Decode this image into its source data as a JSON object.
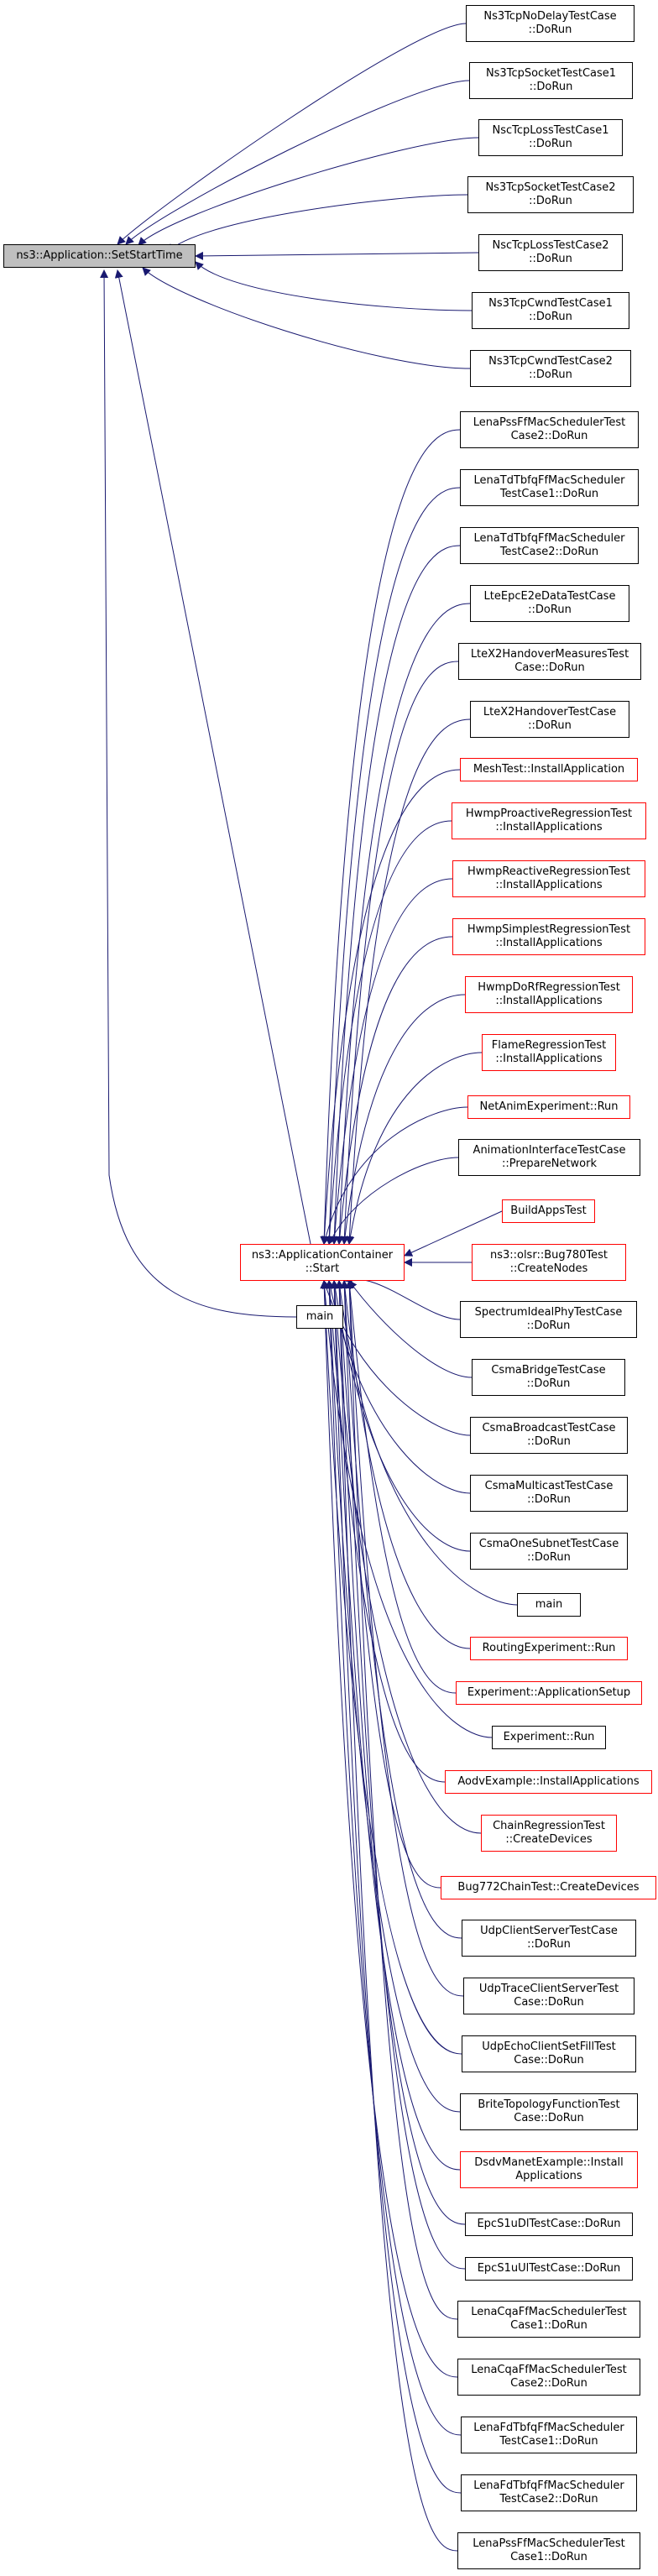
{
  "root": {
    "label": "ns3::Application::SetStartTime"
  },
  "container": {
    "lines": [
      "ns3::ApplicationContainer",
      "::Start"
    ]
  },
  "main_top": {
    "label": "main"
  },
  "direct_callers": [
    {
      "lines": [
        "Ns3TcpNoDelayTestCase",
        "::DoRun"
      ],
      "outline": "black"
    },
    {
      "lines": [
        "Ns3TcpSocketTestCase1",
        "::DoRun"
      ],
      "outline": "black"
    },
    {
      "lines": [
        "NscTcpLossTestCase1",
        "::DoRun"
      ],
      "outline": "black"
    },
    {
      "lines": [
        "Ns3TcpSocketTestCase2",
        "::DoRun"
      ],
      "outline": "black"
    },
    {
      "lines": [
        "NscTcpLossTestCase2",
        "::DoRun"
      ],
      "outline": "black"
    },
    {
      "lines": [
        "Ns3TcpCwndTestCase1",
        "::DoRun"
      ],
      "outline": "black"
    },
    {
      "lines": [
        "Ns3TcpCwndTestCase2",
        "::DoRun"
      ],
      "outline": "black"
    }
  ],
  "container_callers": [
    {
      "lines": [
        "LenaPssFfMacSchedulerTest",
        "Case2::DoRun"
      ],
      "outline": "black"
    },
    {
      "lines": [
        "LenaTdTbfqFfMacScheduler",
        "TestCase1::DoRun"
      ],
      "outline": "black"
    },
    {
      "lines": [
        "LenaTdTbfqFfMacScheduler",
        "TestCase2::DoRun"
      ],
      "outline": "black"
    },
    {
      "lines": [
        "LteEpcE2eDataTestCase",
        "::DoRun"
      ],
      "outline": "black"
    },
    {
      "lines": [
        "LteX2HandoverMeasuresTest",
        "Case::DoRun"
      ],
      "outline": "black"
    },
    {
      "lines": [
        "LteX2HandoverTestCase",
        "::DoRun"
      ],
      "outline": "black"
    },
    {
      "lines": [
        "MeshTest::InstallApplication"
      ],
      "outline": "red"
    },
    {
      "lines": [
        "HwmpProactiveRegressionTest",
        "::InstallApplications"
      ],
      "outline": "red"
    },
    {
      "lines": [
        "HwmpReactiveRegressionTest",
        "::InstallApplications"
      ],
      "outline": "red"
    },
    {
      "lines": [
        "HwmpSimplestRegressionTest",
        "::InstallApplications"
      ],
      "outline": "red"
    },
    {
      "lines": [
        "HwmpDoRfRegressionTest",
        "::InstallApplications"
      ],
      "outline": "red"
    },
    {
      "lines": [
        "FlameRegressionTest",
        "::InstallApplications"
      ],
      "outline": "red"
    },
    {
      "lines": [
        "NetAnimExperiment::Run"
      ],
      "outline": "red"
    },
    {
      "lines": [
        "AnimationInterfaceTestCase",
        "::PrepareNetwork"
      ],
      "outline": "black"
    },
    {
      "lines": [
        "BuildAppsTest"
      ],
      "outline": "red"
    },
    {
      "lines": [
        "ns3::olsr::Bug780Test",
        "::CreateNodes"
      ],
      "outline": "red"
    },
    {
      "lines": [
        "SpectrumIdealPhyTestCase",
        "::DoRun"
      ],
      "outline": "black"
    },
    {
      "lines": [
        "CsmaBridgeTestCase",
        "::DoRun"
      ],
      "outline": "black"
    },
    {
      "lines": [
        "CsmaBroadcastTestCase",
        "::DoRun"
      ],
      "outline": "black"
    },
    {
      "lines": [
        "CsmaMulticastTestCase",
        "::DoRun"
      ],
      "outline": "black"
    },
    {
      "lines": [
        "CsmaOneSubnetTestCase",
        "::DoRun"
      ],
      "outline": "black"
    },
    {
      "lines": [
        "main"
      ],
      "outline": "black"
    },
    {
      "lines": [
        "RoutingExperiment::Run"
      ],
      "outline": "red"
    },
    {
      "lines": [
        "Experiment::ApplicationSetup"
      ],
      "outline": "red"
    },
    {
      "lines": [
        "Experiment::Run"
      ],
      "outline": "black"
    },
    {
      "lines": [
        "AodvExample::InstallApplications"
      ],
      "outline": "red"
    },
    {
      "lines": [
        "ChainRegressionTest",
        "::CreateDevices"
      ],
      "outline": "red"
    },
    {
      "lines": [
        "Bug772ChainTest::CreateDevices"
      ],
      "outline": "red"
    },
    {
      "lines": [
        "UdpClientServerTestCase",
        "::DoRun"
      ],
      "outline": "black"
    },
    {
      "lines": [
        "UdpTraceClientServerTest",
        "Case::DoRun"
      ],
      "outline": "black"
    },
    {
      "lines": [
        "UdpEchoClientSetFillTest",
        "Case::DoRun"
      ],
      "outline": "black"
    },
    {
      "lines": [
        "BriteTopologyFunctionTest",
        "Case::DoRun"
      ],
      "outline": "black"
    },
    {
      "lines": [
        "DsdvManetExample::Install",
        "Applications"
      ],
      "outline": "red"
    },
    {
      "lines": [
        "EpcS1uDlTestCase::DoRun"
      ],
      "outline": "black"
    },
    {
      "lines": [
        "EpcS1uUlTestCase::DoRun"
      ],
      "outline": "black"
    },
    {
      "lines": [
        "LenaCqaFfMacSchedulerTest",
        "Case1::DoRun"
      ],
      "outline": "black"
    },
    {
      "lines": [
        "LenaCqaFfMacSchedulerTest",
        "Case2::DoRun"
      ],
      "outline": "black"
    },
    {
      "lines": [
        "LenaFdTbfqFfMacScheduler",
        "TestCase1::DoRun"
      ],
      "outline": "black"
    },
    {
      "lines": [
        "LenaFdTbfqFfMacScheduler",
        "TestCase2::DoRun"
      ],
      "outline": "black"
    },
    {
      "lines": [
        "LenaPssFfMacSchedulerTest",
        "Case1::DoRun"
      ],
      "outline": "black"
    }
  ],
  "colors": {
    "edge": "#191970",
    "node_border": "#000000",
    "node_border_red": "#ff0000",
    "root_fill": "#bfbfbf"
  }
}
